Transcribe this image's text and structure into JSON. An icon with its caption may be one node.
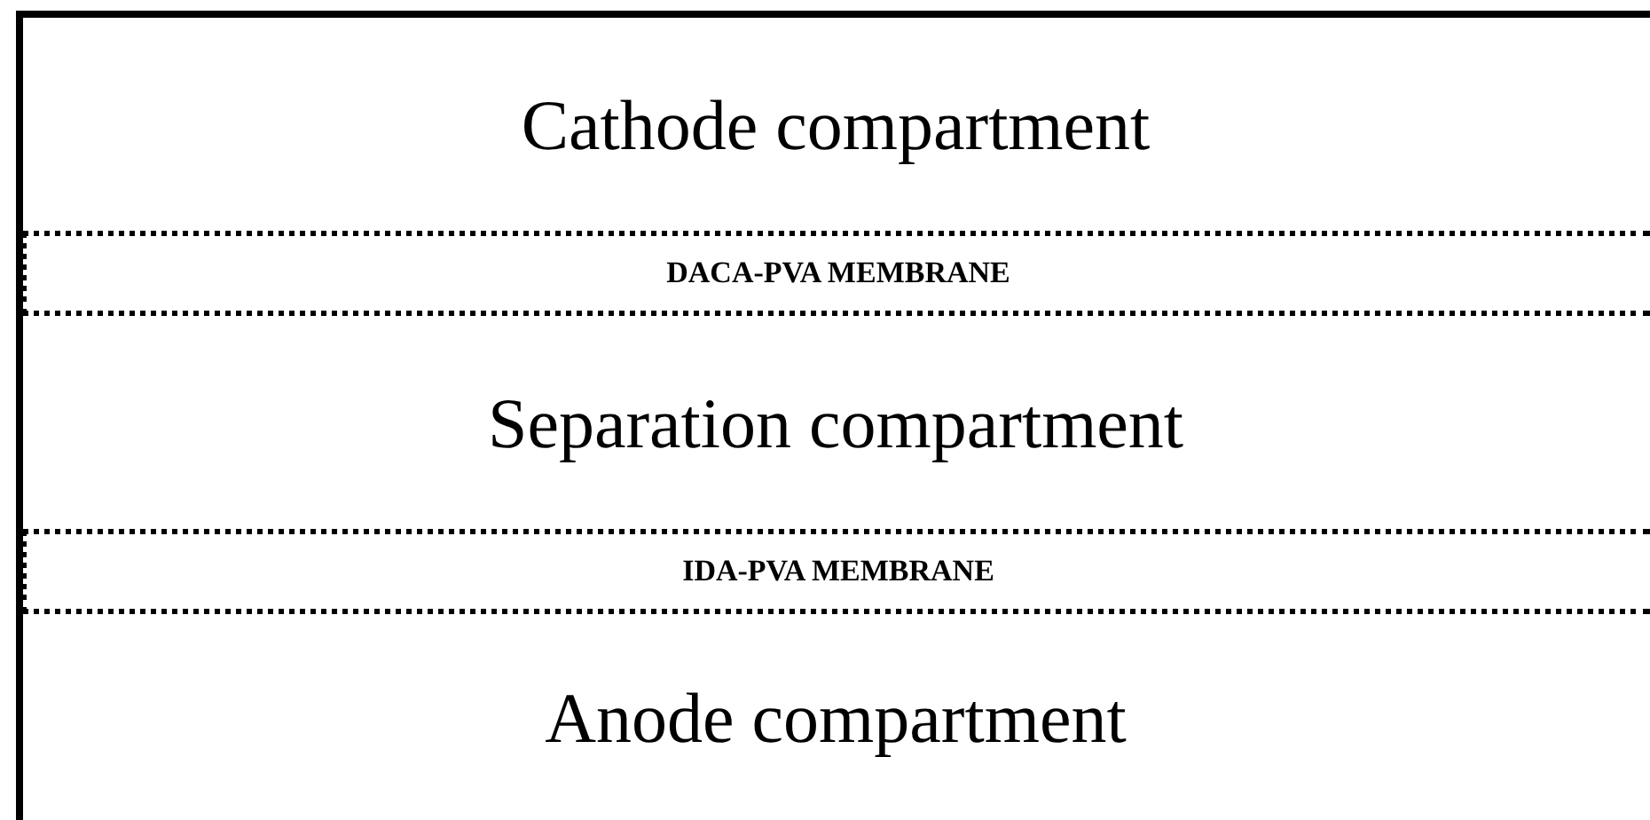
{
  "diagram": {
    "nodes": [
      {
        "text": [
          "Cathode compartment"
        ]
      },
      {
        "text": [
          "DACA-PVA MEMBRANE"
        ]
      },
      {
        "text": [
          "Separation compartment"
        ]
      },
      {
        "text": [
          "IDA-PVA MEMBRANE"
        ]
      },
      {
        "text": [
          "Anode compartment"
        ]
      }
    ]
  }
}
